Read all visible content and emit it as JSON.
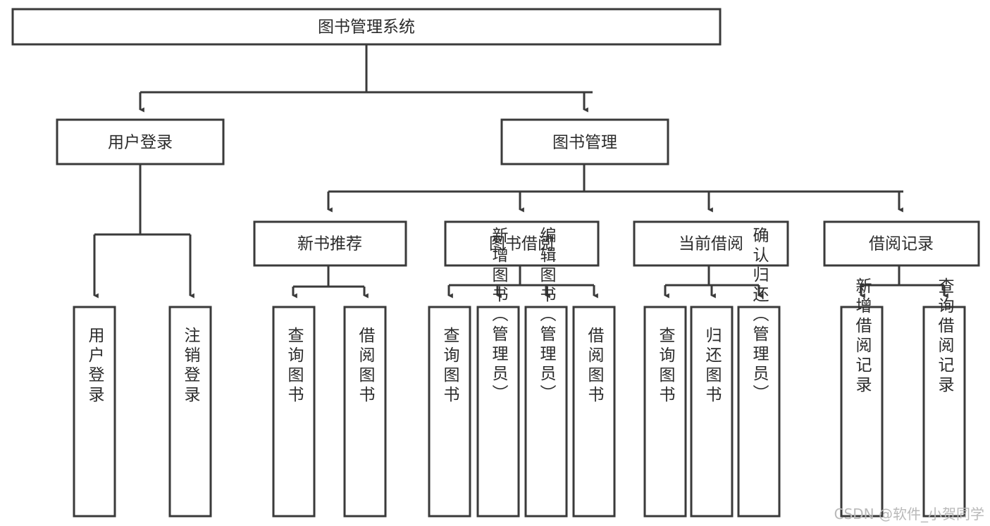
{
  "diagram": {
    "title": "图书管理系统",
    "type": "hierarchy-tree",
    "background_color": "#ffffff",
    "line_color": "#3a3a3a",
    "text_color": "#2b2b2b",
    "root": {
      "id": "root",
      "label": "图书管理系统"
    },
    "level2": [
      {
        "id": "user-login",
        "label": "用户登录"
      },
      {
        "id": "book-manage",
        "label": "图书管理"
      }
    ],
    "level3": [
      {
        "id": "new-book-recommend",
        "label": "新书推荐",
        "parent": "book-manage"
      },
      {
        "id": "book-borrow",
        "label": "图书借阅",
        "parent": "book-manage"
      },
      {
        "id": "current-borrow",
        "label": "当前借阅",
        "parent": "book-manage"
      },
      {
        "id": "borrow-record",
        "label": "借阅记录",
        "parent": "book-manage"
      }
    ],
    "leaves": {
      "user-login": [
        {
          "id": "leaf-user-login",
          "label": "用户登录"
        },
        {
          "id": "leaf-user-logout",
          "label": "注销登录"
        }
      ],
      "new-book-recommend": [
        {
          "id": "leaf-query-book-1",
          "label": "查询图书"
        },
        {
          "id": "leaf-borrow-book-1",
          "label": "借阅图书"
        }
      ],
      "book-borrow": [
        {
          "id": "leaf-query-book-2",
          "label": "查询图书"
        },
        {
          "id": "leaf-add-book",
          "label": "新增图书（管理员）"
        },
        {
          "id": "leaf-edit-book",
          "label": "编辑图书（管理员）"
        },
        {
          "id": "leaf-borrow-book-2",
          "label": "借阅图书"
        }
      ],
      "current-borrow": [
        {
          "id": "leaf-query-book-3",
          "label": "查询图书"
        },
        {
          "id": "leaf-return-book",
          "label": "归还图书"
        },
        {
          "id": "leaf-confirm-return",
          "label": "确认归还（管理员）"
        }
      ],
      "borrow-record": [
        {
          "id": "leaf-add-record",
          "label": "新增借阅记录"
        },
        {
          "id": "leaf-query-record",
          "label": "查询借阅记录"
        }
      ]
    }
  },
  "watermark": {
    "text": "CSDN @软件_小贺同学"
  }
}
